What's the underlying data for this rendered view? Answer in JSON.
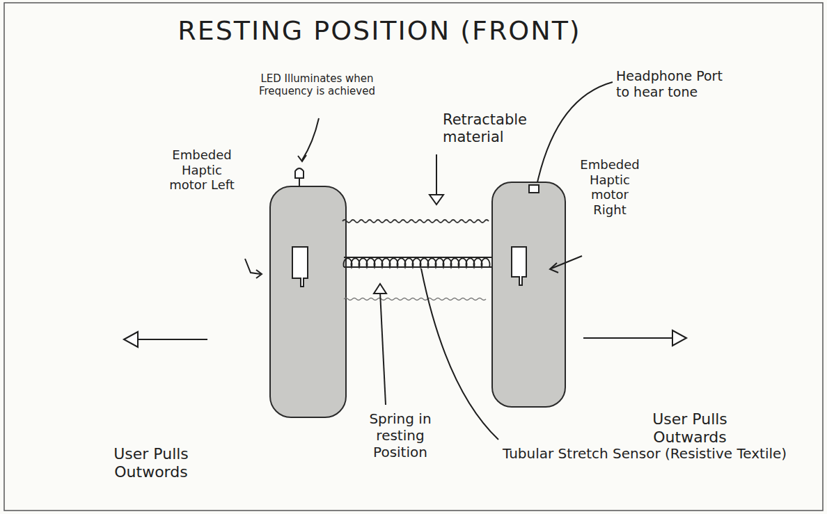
{
  "diagram": {
    "title": "RESTING POSITION (FRONT)",
    "labels": [
      "LED Illuminates when Frequency is achieved",
      "Retractable material",
      "Headphone Port to hear tone",
      "Embeded Haptic motor Left",
      "Embeded Haptic motor Right",
      "User Pulls Outwords",
      "User Pulls Outwards",
      "Spring in resting Position",
      "Tubular Stretch Sensor (Resistive Textile)"
    ]
  }
}
